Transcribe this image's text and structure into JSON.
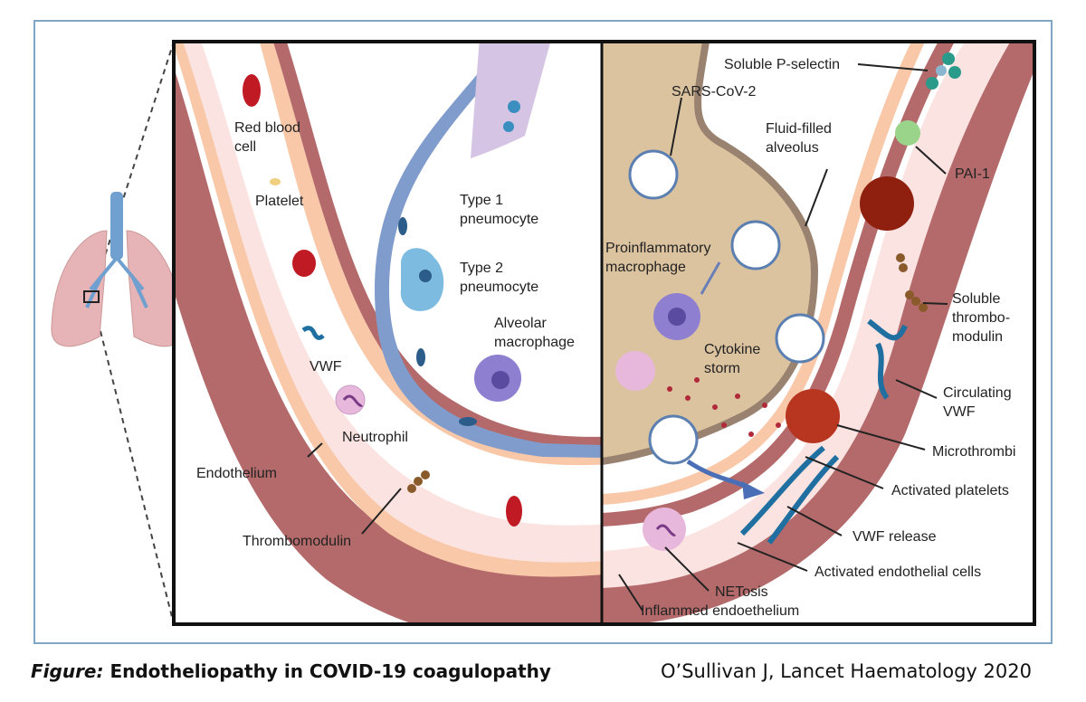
{
  "labels": {
    "red_blood_cell": "Red blood\ncell",
    "platelet": "Platelet",
    "vwf": "VWF",
    "neutrophil": "Neutrophil",
    "endothelium": "Endothelium",
    "thrombomodulin": "Thrombomodulin",
    "type1": "Type 1\npneumocyte",
    "type2": "Type 2\npneumocyte",
    "alveolar_macrophage": "Alveolar\nmacrophage",
    "sars": "SARS-CoV-2",
    "fluid": "Fluid-filled\nalveolus",
    "proinflammatory": "Proinflammatory\nmacrophage",
    "cytokine": "Cytokine\nstorm",
    "soluble_p": "Soluble P-selectin",
    "pai": "PAI-1",
    "soluble_thrombo": "Soluble\nthrombo-\nmodulin",
    "circulating_vwf": "Circulating\nVWF",
    "microthrombi": "Microthrombi",
    "activated_platelets": "Activated platelets",
    "vwf_release": "VWF release",
    "activated_endothelial": "Activated endothelial cells",
    "netosis": "NETosis",
    "inflamed": "Inflammed endoethelium"
  },
  "caption": {
    "prefix": "Figure:",
    "text": " Endotheliopathy in COVID-19 coagulopathy"
  },
  "citation": "O’Sullivan J, Lancet Haematology 2020",
  "colors": {
    "frame": "#7fa6c4",
    "vessel_wall": "#b46a6a",
    "lumen": "#fbe3e1",
    "endothelium": "#f8c8a8",
    "alveolus_wall": "#7f9ccc",
    "fluid": "#dcc3a0",
    "rbc": "#c01a25",
    "macrophage": "#8f7fd0",
    "virus": "#5b7fb0"
  }
}
